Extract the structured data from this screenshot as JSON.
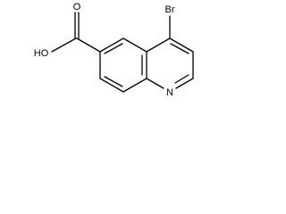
{
  "molecule": {
    "atoms": {
      "bromine": "Br",
      "hydroxyl": "HO",
      "carbonyl_oxygen": "O",
      "ring_nitrogen": "N"
    }
  },
  "colors": {
    "bond": "#000000",
    "label": "#000000",
    "background": "#ffffff"
  }
}
